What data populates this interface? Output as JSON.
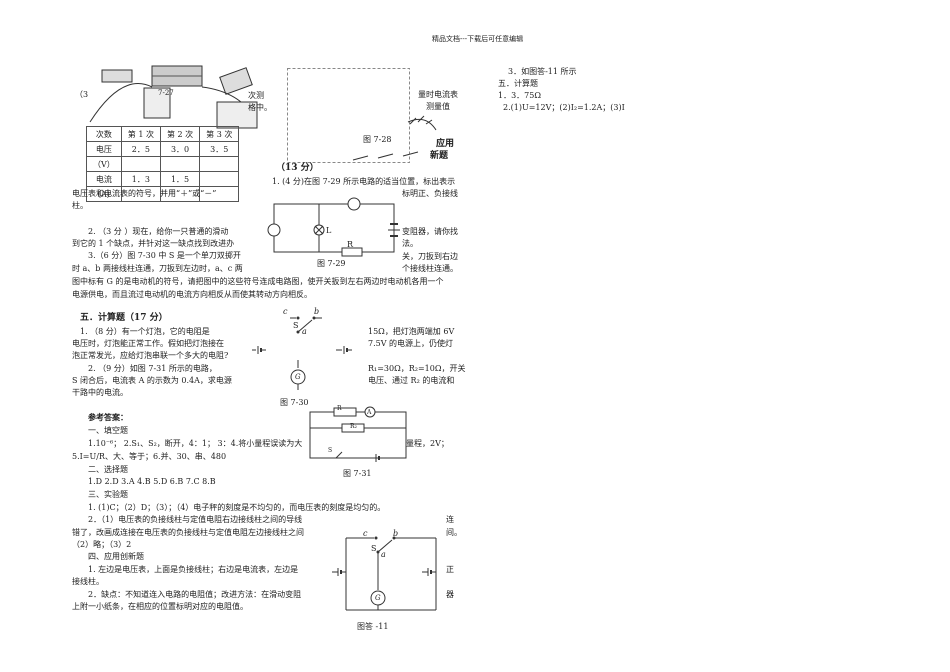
{
  "header": "精品文档---下载后可任意编辑",
  "left_top": {
    "q3_prefix": "（3",
    "fig_727": "7-27",
    "frag_right1": "次测",
    "frag_right2": "格中。",
    "table": {
      "headers": [
        "次数",
        "第 1 次",
        "第 2 次",
        "第 3 次"
      ],
      "rows": [
        [
          "电压",
          "2．5",
          "3．0",
          "3．5"
        ],
        [
          "（V）",
          "",
          "",
          ""
        ],
        [
          "电流",
          "1．3",
          "1．5",
          ""
        ],
        [
          "（A）",
          "",
          "",
          ""
        ]
      ]
    }
  },
  "mid_top": {
    "fig_728": "图 7-28",
    "side1": "量时电流表",
    "side2": "测量值",
    "apply1": "应用",
    "apply2": "新题",
    "score13": "（13 分）",
    "q1_line1": "1. (4 分)在图 7-29 所示电路的适当位置，标出表示",
    "q1_line1_tail": "标明正、负接线",
    "fig_729": "图 7-29",
    "lbl_L": "L",
    "lbl_R": "R"
  },
  "left_mid": {
    "l1": "电压表和电流表的符号，并用“＋”或“－”",
    "l2": "柱。",
    "l3": "2. （3 分 ）现在，给你一只普通的滑动",
    "l3_tail": "变阻器，请你找",
    "l4": "到它的 1 个缺点，并针对这一缺点找到改进办",
    "l4_tail": "法。",
    "l5": "3.（6 分）图 7-30 中 S 是一个单刀双掷开",
    "l5_tail": "关，刀扳到右边",
    "l6": "时 a、b 两接线柱连通，刀扳到左边时，a、c 两",
    "l6_tail": "个接线柱连通。",
    "l7": "图中标有 G 的是电动机的符号，请把图中的这些符号连成电路图，使开关扳到左右两边时电动机各用一个",
    "l8": "电源供电，而且流过电动机的电流方向相反从而使其转动方向相反。"
  },
  "calc": {
    "title": "五．计算题（17 分）",
    "c1a": "1. （8 分）有一个灯泡，它的电阻是",
    "c1a_tail": "15Ω，把灯泡两端加 6V",
    "c1b": "电压时，灯泡能正常工作。假如把灯泡接在",
    "c1b_tail": "7.5V 的电源上，仍使灯",
    "c1c": "泡正常发光，应给灯泡串联一个多大的电阻?",
    "c2a": "2. （9 分）如图 7-31 所示的电路，",
    "c2a_tail": "R₁=30Ω，R₂=10Ω，开关",
    "c2b": "S 闭合后，电流表 A 的示数为 0.4A，求电源",
    "c2b_tail": "电压、通过 R₂ 的电流和",
    "c2c": "干路中的电流。",
    "fig_730": "图 7-30",
    "fig_731": "图 7-31",
    "lbl_c": "c",
    "lbl_b": "b",
    "lbl_S": "S",
    "lbl_a": "a",
    "lbl_G": "G",
    "lbl_R": "R",
    "lbl_R2": "R₂",
    "lbl_A": "A",
    "lbl_S2": "S"
  },
  "answers": {
    "title": "参考答案：",
    "s1": "一、填空题",
    "a1": "1.10⁻⁶；  2.S₁、S₂，断开，4：1；  3：4.将小量程误读为大",
    "a1_tail": "量程，2V；",
    "a2": "5.I=U/R、大、等于；6.并、30、串、480",
    "s2": "二、选择题",
    "a3": "1.D 2.D 3.A 4.B 5.D 6.B 7.C 8.B",
    "s3": "三、实验题",
    "a4": "1. (1)C；（2）D；（3）；（4）电子秤的刻度是不均匀的，而电压表的刻度是均匀的。",
    "a5": "2．（1）电压表的负接线柱与定值电阻右边接线柱之间的导线",
    "a5_tail": "连",
    "a6": "错了，改画成连接在电压表的负接线柱与定值电阻左边接线柱之间",
    "a6_tail": "间。",
    "a7": "（2）略；（3）2",
    "s4": "四、应用创新题",
    "a8": "1. 左边是电压表，上面是负接线柱；右边是电流表，左边是",
    "a8_tail": "正",
    "a9": "接线柱。",
    "a10": "2．缺点：不知道连入电路的电阻值；改进方法：在滑动变阻",
    "a10_tail": "器",
    "a11": "上附一小纸条，在相应的位置标明对应的电阻值。",
    "fig_ans11": "图答 -11",
    "lbl_c": "c",
    "lbl_b": "b",
    "lbl_S": "S",
    "lbl_a": "a",
    "lbl_G": "G"
  },
  "right_col": {
    "r1": "3．如图答-11 所示",
    "r2": "五．计算题",
    "r3": "1．3．75Ω",
    "r4": "2.(1)U=12V；(2)I₂=1.2A；(3)I"
  }
}
